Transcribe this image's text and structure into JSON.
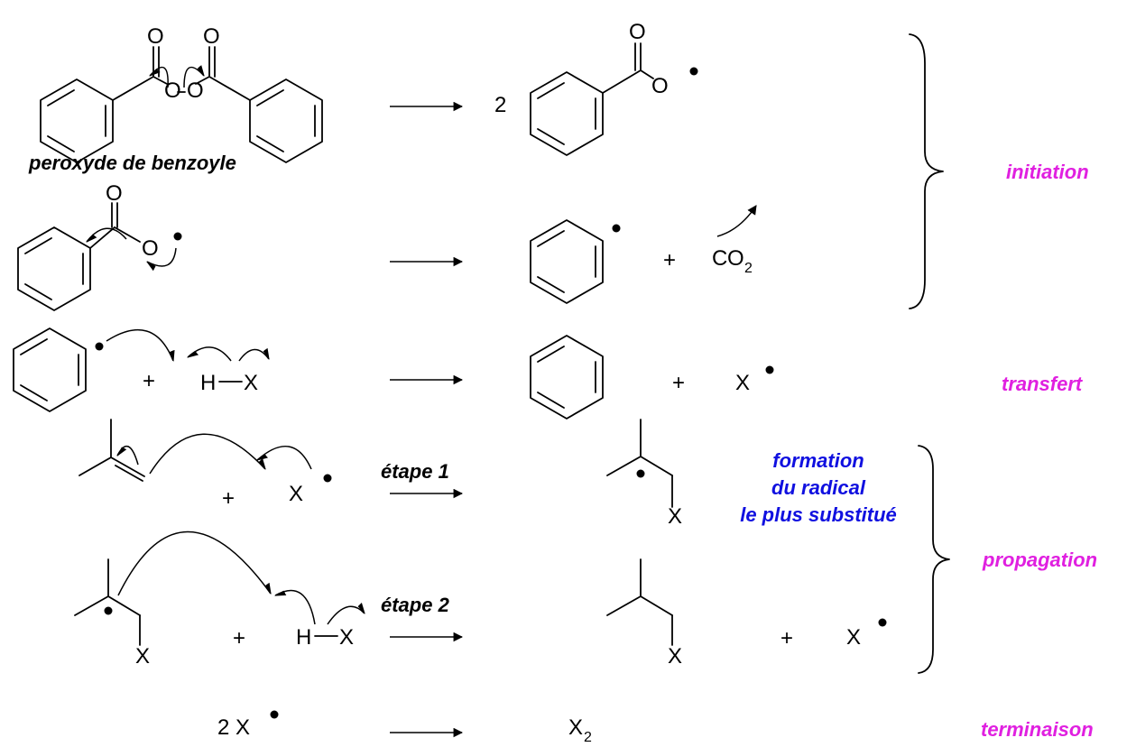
{
  "labels": {
    "peroxyde": "peroxyde de benzoyle",
    "etape1": "étape 1",
    "etape2": "étape 2",
    "note_line1": "formation",
    "note_line2": "du radical",
    "note_line3": "le plus substitué"
  },
  "stages": {
    "initiation": "initiation",
    "transfert": "transfert",
    "propagation": "propagation",
    "terminaison": "terminaison"
  },
  "atoms": {
    "O": "O",
    "X": "X",
    "H": "H",
    "C": "C",
    "sub2": "2",
    "plus": "+",
    "two": "2",
    "twoX": "2 X"
  },
  "colors": {
    "stage": "#e020e0",
    "note": "#1010e0",
    "ink": "#000000"
  }
}
